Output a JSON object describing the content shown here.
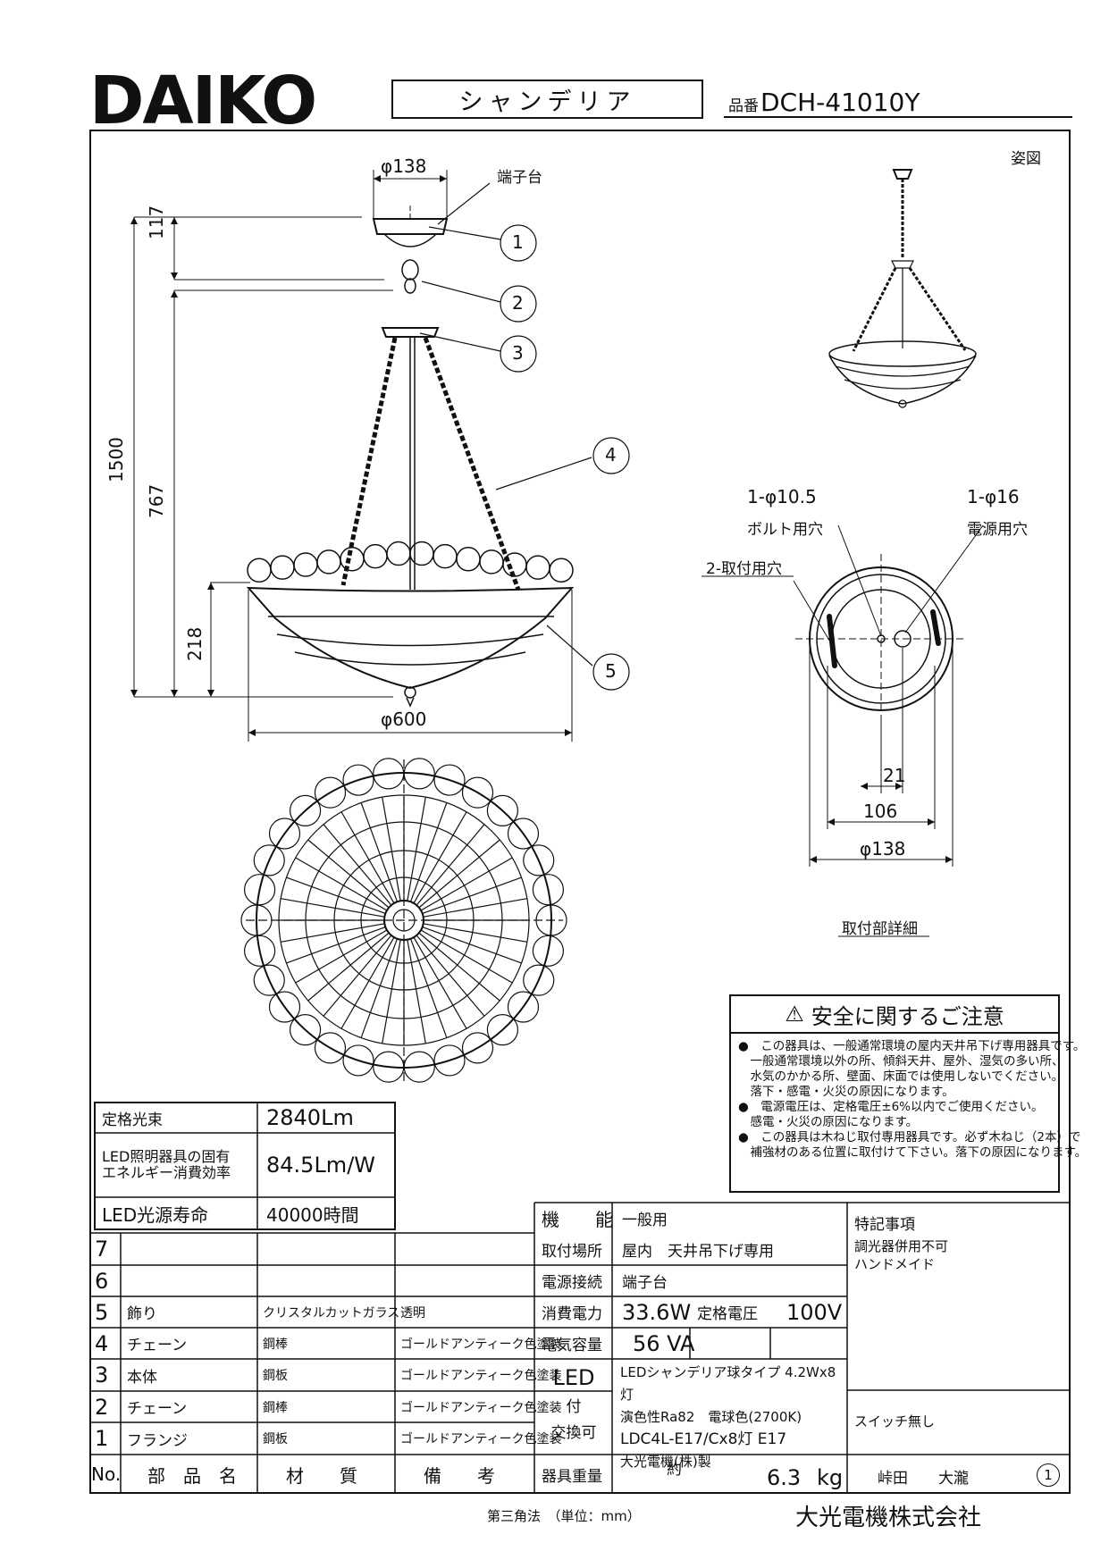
{
  "header": {
    "brand": "DAIKO",
    "product_type": "シャンデリア",
    "model_prefix": "品番",
    "model_number": "DCH-41010Y"
  },
  "drawing": {
    "perspective_label": "姿図",
    "terminal_label": "端子台",
    "dim_phi138_top": "φ138",
    "dim_117": "117",
    "dim_1500": "1500",
    "dim_767": "767",
    "dim_218": "218",
    "dim_phi600": "φ600",
    "callouts": [
      "1",
      "2",
      "3",
      "4",
      "5"
    ]
  },
  "mount_detail": {
    "bolt_hole": "1-φ10.5",
    "bolt_hole_label": "ボルト用穴",
    "power_hole": "1-φ16",
    "power_hole_label": "電源用穴",
    "mount_holes": "2-取付用穴",
    "dim_21": "21",
    "dim_106": "106",
    "dim_phi138": "φ138",
    "caption": "取付部詳細"
  },
  "safety": {
    "title": "安全に関するご注意",
    "lines": [
      "●　この器具は、一般通常環境の屋内天井吊下げ専用器具です。",
      "　一般通常環境以外の所、傾斜天井、屋外、湿気の多い所、",
      "　水気のかかる所、壁面、床面では使用しないでください。",
      "　落下・感電・火災の原因になります。",
      "●　電源電圧は、定格電圧±6%以内でご使用ください。",
      "　感電・火災の原因になります。",
      "●　この器具は木ねじ取付専用器具です。必ず木ねじ（2本）で",
      "　補強材のある位置に取付けて下さい。落下の原因になります。"
    ]
  },
  "spec_small": [
    {
      "label": "定格光束",
      "value": "2840Lm"
    },
    {
      "label": "LED照明器具の固有\nエネルギー消費効率",
      "value": "84.5Lm/W"
    },
    {
      "label": "LED光源寿命",
      "value": "40000時間"
    }
  ],
  "parts": {
    "headers": [
      "No.",
      "部　品　名",
      "材　　質",
      "備　　考"
    ],
    "rows": [
      {
        "no": "7",
        "name": "",
        "material": "",
        "note": ""
      },
      {
        "no": "6",
        "name": "",
        "material": "",
        "note": ""
      },
      {
        "no": "5",
        "name": "飾り",
        "material": "クリスタルカットガラス",
        "note": "透明"
      },
      {
        "no": "4",
        "name": "チェーン",
        "material": "鋼棒",
        "note": "ゴールドアンティーク色塗装"
      },
      {
        "no": "3",
        "name": "本体",
        "material": "鋼板",
        "note": "ゴールドアンティーク色塗装"
      },
      {
        "no": "2",
        "name": "チェーン",
        "material": "鋼棒",
        "note": "ゴールドアンティーク色塗装"
      },
      {
        "no": "1",
        "name": "フランジ",
        "material": "鋼板",
        "note": "ゴールドアンティーク色塗装"
      }
    ]
  },
  "specs": {
    "function_label": "機　　能",
    "function_value": "一般用",
    "mount_label": "取付場所",
    "mount_value": "屋内　天井吊下げ専用",
    "conn_label": "電源接続",
    "conn_value": "端子台",
    "power_label": "消費電力",
    "power_value": "33.6W",
    "voltage_label": "定格電圧",
    "voltage_value": "100V",
    "capacity_label": "電気容量",
    "capacity_value": "56 VA",
    "led_label_1": "LED",
    "led_label_2": "付",
    "led_label_3": "交換可",
    "led_lines": [
      "LEDシャンデリア球タイプ 4.2Wx8灯",
      "演色性Ra82　電球色(2700K)",
      "LDC4L-E17/Cx8灯 E17",
      "大光電機(株)製"
    ],
    "weight_label": "器具重量",
    "weight_approx": "約",
    "weight_value": "6.3",
    "weight_unit": "kg"
  },
  "notes": {
    "title": "特記事項",
    "lines": [
      "調光器併用不可",
      "ハンドメイド"
    ],
    "switch": "スイッチ無し"
  },
  "signature": {
    "names": "峠田　　大瀧",
    "rev": "1"
  },
  "footer": {
    "method": "第三角法　（単位：mm）",
    "company": "大光電機株式会社"
  }
}
